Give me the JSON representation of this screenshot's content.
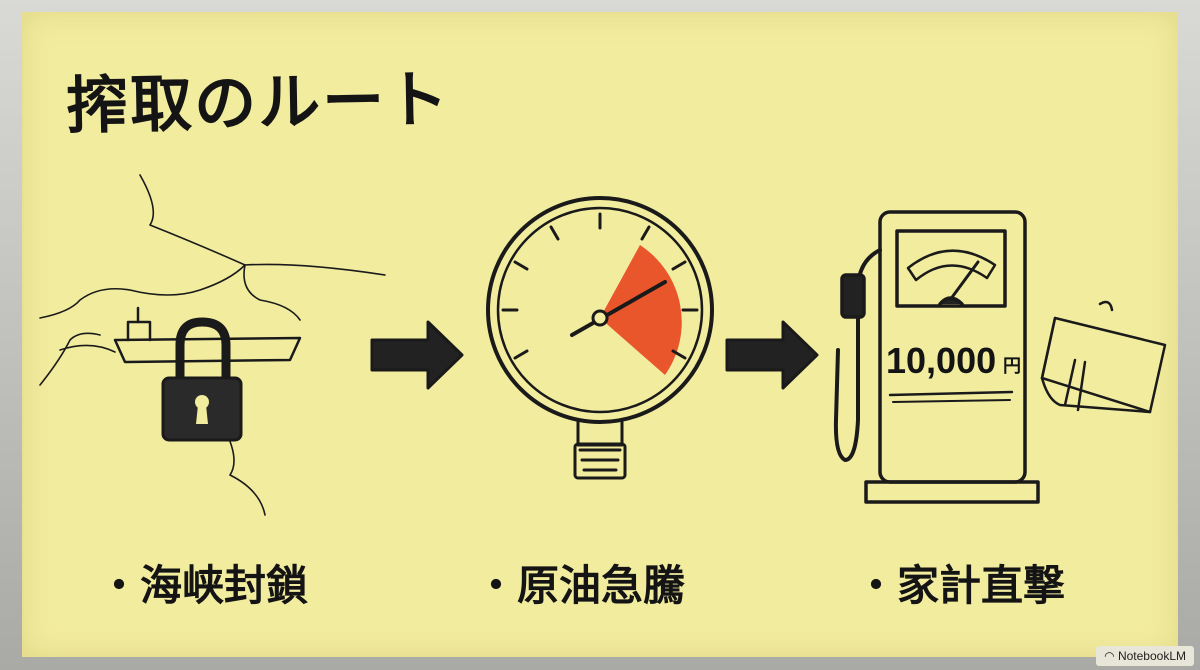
{
  "title": "搾取のルート",
  "steps": [
    {
      "label": "・海峡封鎖",
      "icon": "padlock-ship-map-icon"
    },
    {
      "label": "・原油急騰",
      "icon": "pressure-gauge-icon"
    },
    {
      "label": "・家計直撃",
      "icon": "fuel-pump-wallet-icon"
    }
  ],
  "pump_price": "10,000",
  "pump_currency": "円",
  "watermark": "NotebookLM",
  "colors": {
    "board": "#f2ec9f",
    "ink": "#141414",
    "gauge_red": "#e8461e"
  }
}
